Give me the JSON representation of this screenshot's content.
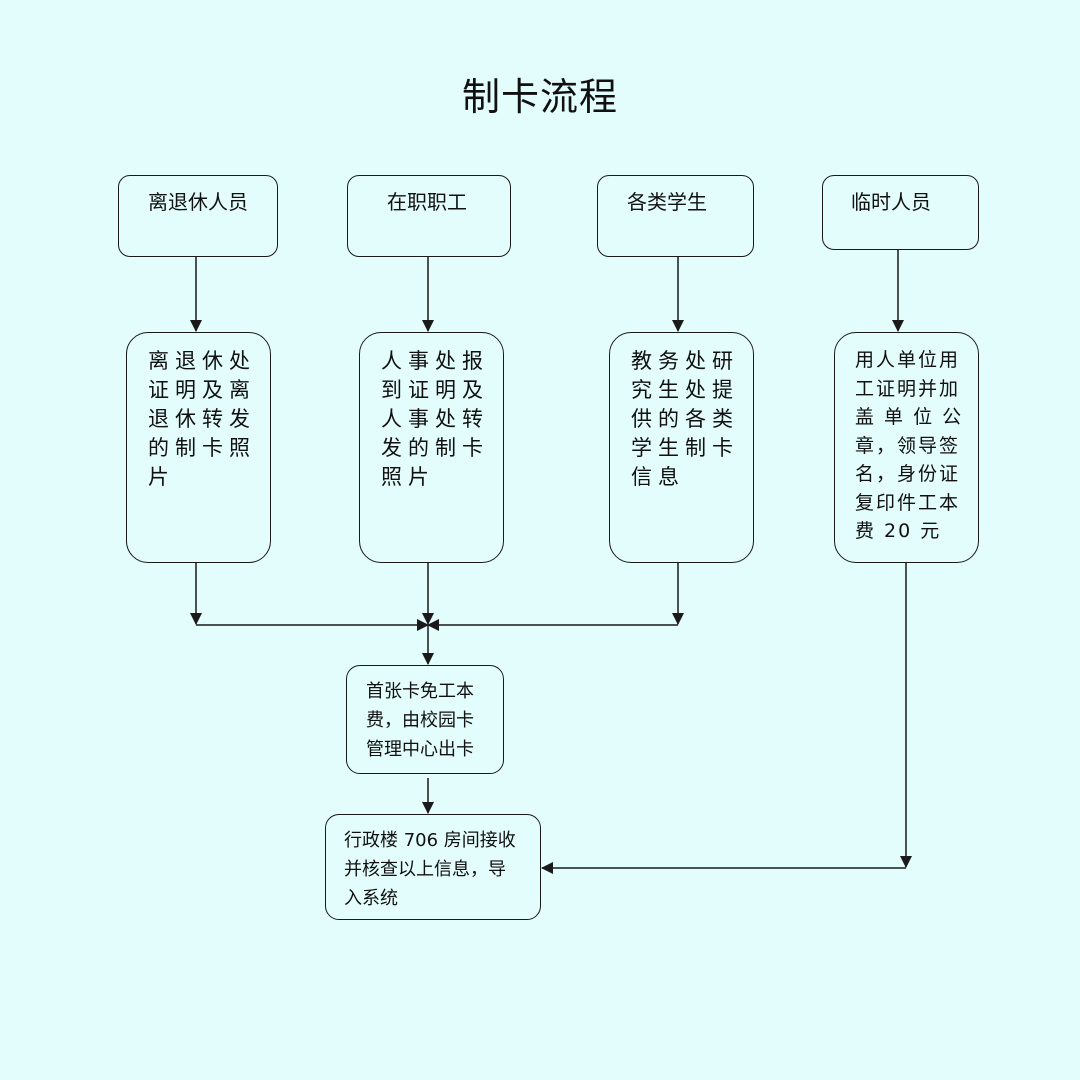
{
  "title": "制卡流程",
  "categories": [
    {
      "label": "离退休人员",
      "detail": "离退休处\n证明及离\n退休转发\n的制卡照\n片"
    },
    {
      "label": "在职职工",
      "detail": "人事处报\n到证明及\n人事处转\n发的制卡\n照片"
    },
    {
      "label": "各类学生",
      "detail": "教务处研\n究生处提\n供的各类\n学生制卡\n信息"
    },
    {
      "label": "临时人员",
      "detail": "用人单位用\n工证明并加\n盖 单 位 公\n章，领导签\n名，身份证\n复印件工本\n费 20 元"
    }
  ],
  "step_card_center": "首张卡免工本\n费，由校园卡\n管理中心出卡",
  "step_import": "行政楼 706 房间接收\n并核查以上信息，导\n入系统",
  "colors": {
    "background": "#e3fcfc",
    "stroke": "#1a1a1a"
  }
}
